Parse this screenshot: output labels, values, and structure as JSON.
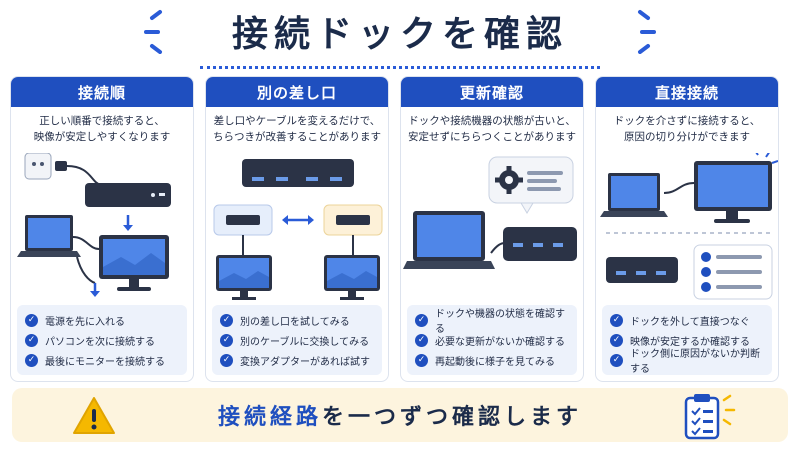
{
  "title": "接続ドックを確認",
  "cards": [
    {
      "heading": "接続順",
      "desc_line1": "正しい順番で接続すると、",
      "desc_line2": "映像が安定しやすくなります",
      "checks": [
        "電源を先に入れる",
        "パソコンを次に接続する",
        "最後にモニターを接続する"
      ]
    },
    {
      "heading": "別の差し口",
      "desc_line1": "差し口やケーブルを変えるだけで、",
      "desc_line2": "ちらつきが改善することがあります",
      "checks": [
        "別の差し口を試してみる",
        "別のケーブルに交換してみる",
        "変換アダプターがあれば試す"
      ]
    },
    {
      "heading": "更新確認",
      "desc_line1": "ドックや接続機器の状態が古いと、",
      "desc_line2": "安定せずにちらつくことがあります",
      "checks": [
        "ドックや機器の状態を確認する",
        "必要な更新がないか確認する",
        "再起動後に様子を見てみる"
      ]
    },
    {
      "heading": "直接接続",
      "desc_line1": "ドックを介さずに接続すると、",
      "desc_line2": "原因の切り分けができます",
      "checks": [
        "ドックを外して直接つなぐ",
        "映像が安定するか確認する",
        "ドック側に原因がないか判断する"
      ]
    }
  ],
  "banner": {
    "highlight": "接続経路",
    "rest": "を一つずつ確認します"
  },
  "colors": {
    "accent": "#1f4fbf",
    "banner_bg": "#fdf4de",
    "warning": "#f5b800"
  },
  "icons": [
    "warning-icon",
    "checklist-icon",
    "gear-icon",
    "power-outlet-icon",
    "check-icon"
  ]
}
